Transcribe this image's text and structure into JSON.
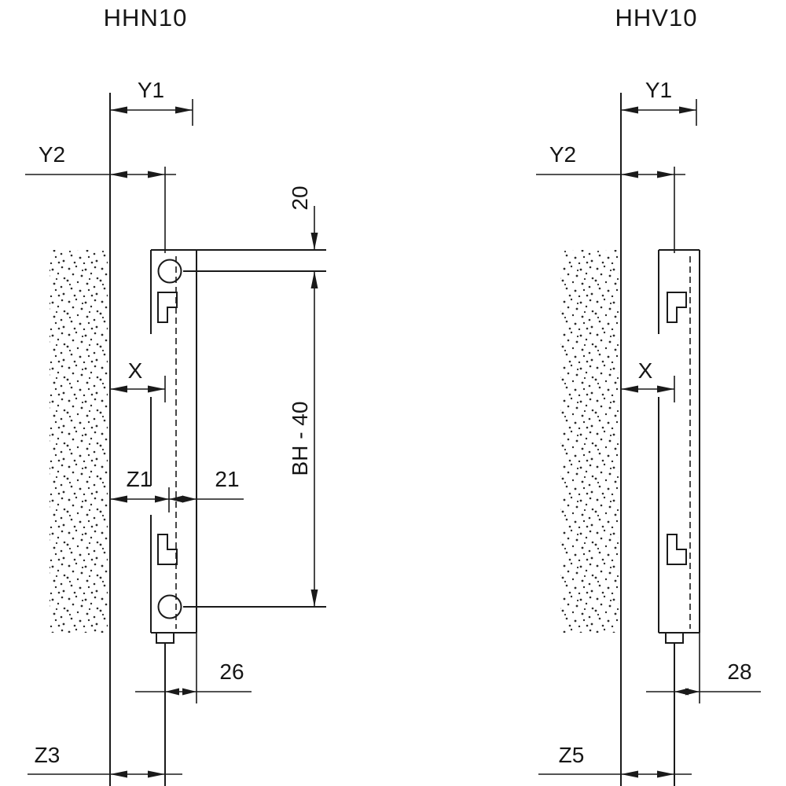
{
  "page": {
    "background": "#ffffff",
    "line_color": "#1a1a1a"
  },
  "diagrams": [
    {
      "title": "HHN10",
      "labels": {
        "y1": "Y1",
        "y2": "Y2",
        "x": "X",
        "z1": "Z1",
        "d21": "21",
        "d20": "20",
        "bh40": "BH - 40",
        "d26": "26",
        "z3": "Z3"
      }
    },
    {
      "title": "HHV10",
      "labels": {
        "y1": "Y1",
        "y2": "Y2",
        "x": "X",
        "d28": "28",
        "z5": "Z5"
      }
    }
  ]
}
